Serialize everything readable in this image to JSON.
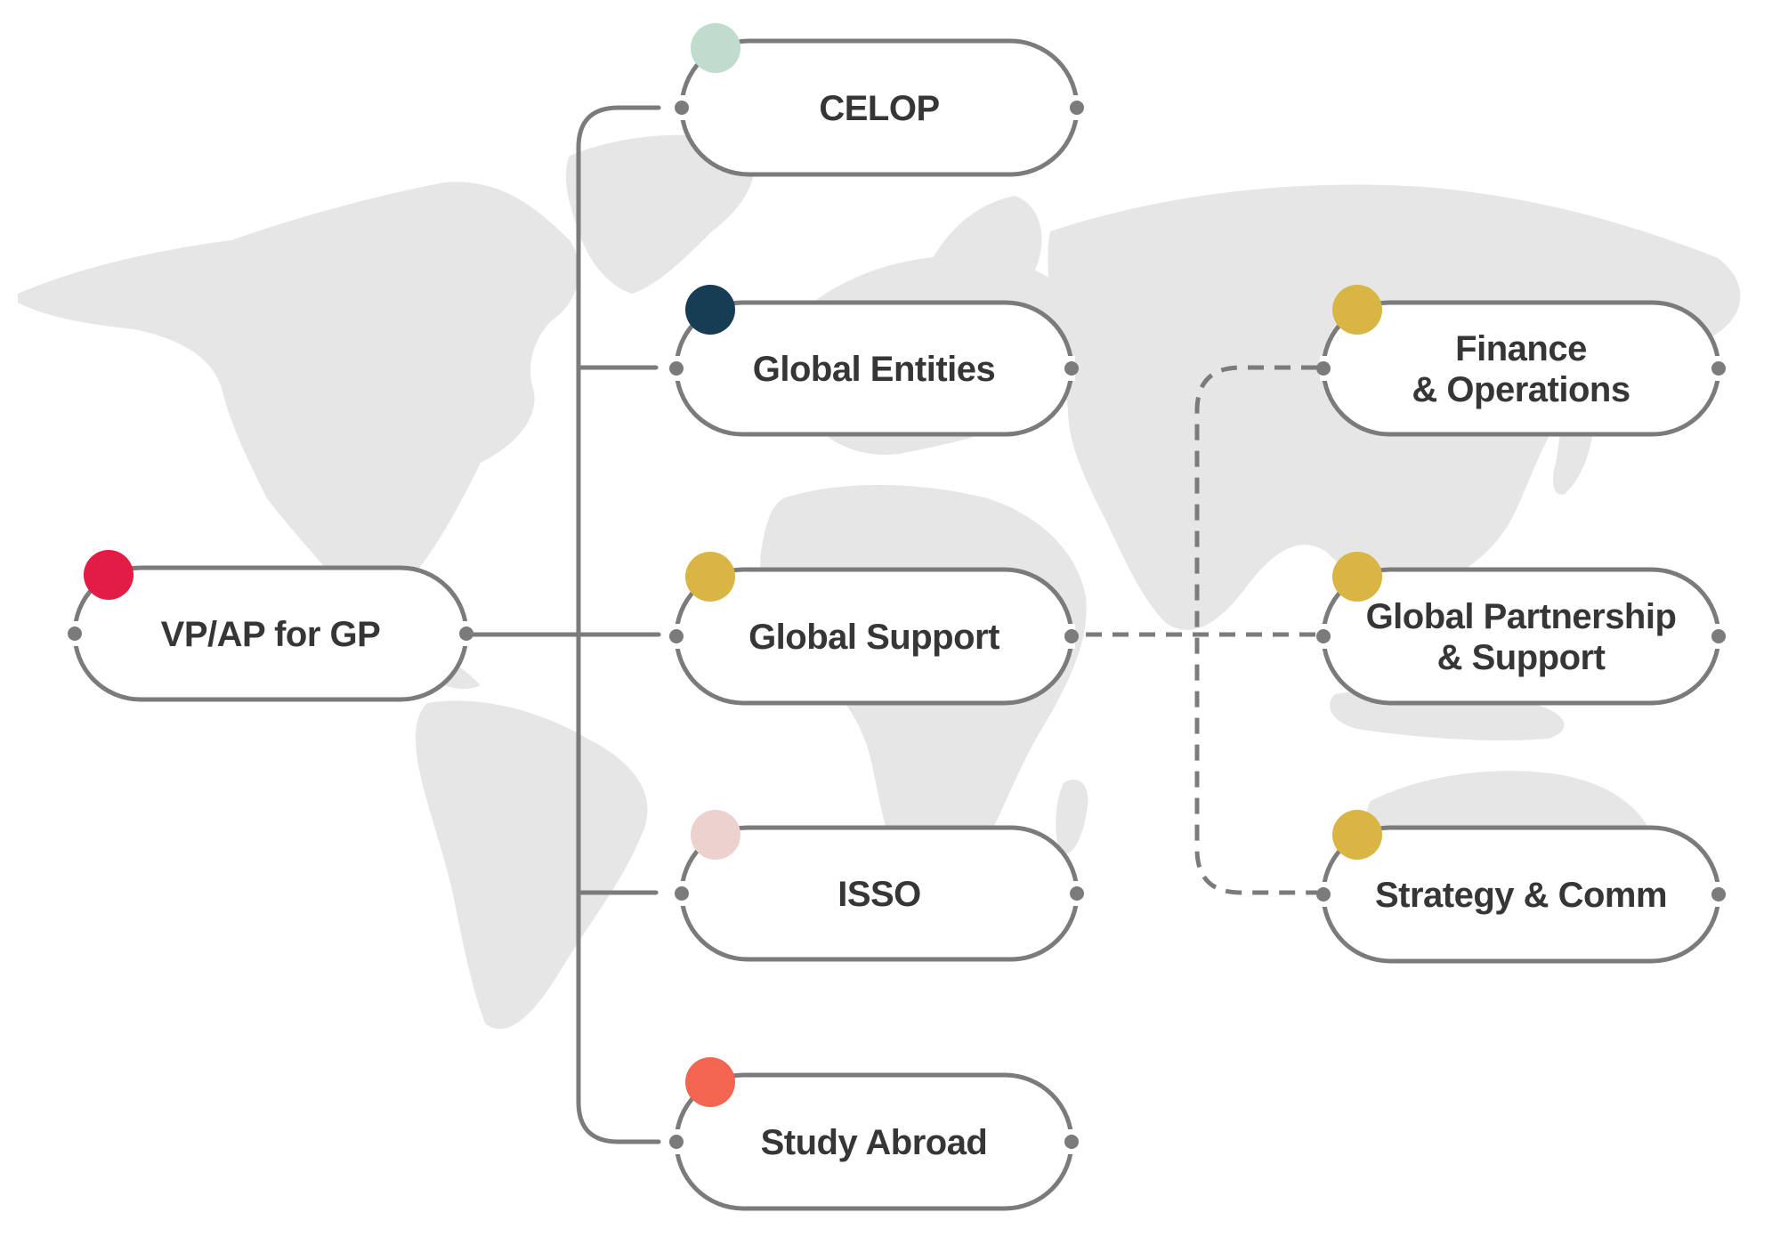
{
  "nodes": [
    {
      "id": "vp",
      "lines": [
        "VP/AP for GP"
      ],
      "dot_color": "#e21c44"
    },
    {
      "id": "celop",
      "lines": [
        "CELOP"
      ],
      "dot_color": "#bfdccd"
    },
    {
      "id": "global-entities",
      "lines": [
        "Global Entities"
      ],
      "dot_color": "#173d54"
    },
    {
      "id": "global-support",
      "lines": [
        "Global Support"
      ],
      "dot_color": "#d9b543"
    },
    {
      "id": "isso",
      "lines": [
        "ISSO"
      ],
      "dot_color": "#ecd1cf"
    },
    {
      "id": "study-abroad",
      "lines": [
        "Study Abroad"
      ],
      "dot_color": "#f26550"
    },
    {
      "id": "finance",
      "lines": [
        "Finance",
        "& Operations"
      ],
      "dot_color": "#d9b543"
    },
    {
      "id": "partnership",
      "lines": [
        "Global Partnership",
        "& Support"
      ],
      "dot_color": "#d9b543"
    },
    {
      "id": "strategy",
      "lines": [
        "Strategy & Comm"
      ],
      "dot_color": "#d9b543"
    }
  ],
  "connections": [
    {
      "from": "vp",
      "to": "celop",
      "style": "solid"
    },
    {
      "from": "vp",
      "to": "global-entities",
      "style": "solid"
    },
    {
      "from": "vp",
      "to": "global-support",
      "style": "solid"
    },
    {
      "from": "vp",
      "to": "isso",
      "style": "solid"
    },
    {
      "from": "vp",
      "to": "study-abroad",
      "style": "solid"
    },
    {
      "from": "global-support",
      "to": "finance",
      "style": "dashed"
    },
    {
      "from": "global-support",
      "to": "partnership",
      "style": "dashed"
    },
    {
      "from": "global-support",
      "to": "strategy",
      "style": "dashed"
    }
  ],
  "colors": {
    "connector": "#7b7b7c",
    "map_land": "#e6e6e6",
    "label_text": "#363636"
  }
}
